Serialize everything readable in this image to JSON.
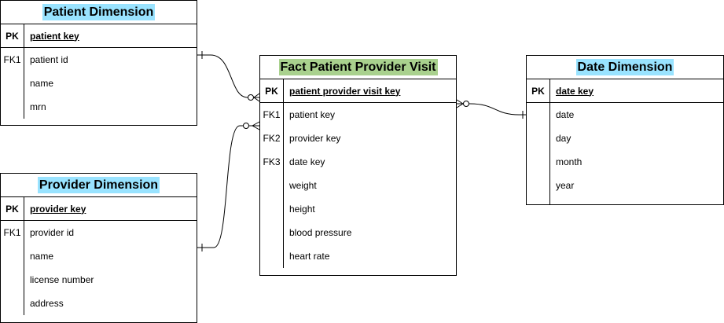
{
  "colors": {
    "dimension_header": "#99E3FF",
    "fact_header": "#A9D18E",
    "border": "#000000"
  },
  "entities": {
    "patient_dimension": {
      "title": "Patient Dimension",
      "pk_label": "PK",
      "pk_attr": "patient key",
      "rows": [
        {
          "key": "FK1",
          "attr": "patient id"
        },
        {
          "key": "",
          "attr": "name"
        },
        {
          "key": "",
          "attr": "mrn"
        }
      ]
    },
    "provider_dimension": {
      "title": "Provider Dimension",
      "pk_label": "PK",
      "pk_attr": "provider key",
      "rows": [
        {
          "key": "FK1",
          "attr": "provider id"
        },
        {
          "key": "",
          "attr": "name"
        },
        {
          "key": "",
          "attr": "license number"
        },
        {
          "key": "",
          "attr": "address"
        }
      ]
    },
    "fact_patient_provider_visit": {
      "title": "Fact Patient Provider Visit",
      "pk_label": "PK",
      "pk_attr": "patient provider visit key",
      "rows": [
        {
          "key": "FK1",
          "attr": "patient key"
        },
        {
          "key": "FK2",
          "attr": "provider key"
        },
        {
          "key": "FK3",
          "attr": "date key"
        },
        {
          "key": "",
          "attr": "weight"
        },
        {
          "key": "",
          "attr": "height"
        },
        {
          "key": "",
          "attr": "blood pressure"
        },
        {
          "key": "",
          "attr": "heart rate"
        }
      ]
    },
    "date_dimension": {
      "title": "Date Dimension",
      "pk_label": "PK",
      "pk_attr": "date key",
      "rows": [
        {
          "key": "",
          "attr": "date"
        },
        {
          "key": "",
          "attr": "day"
        },
        {
          "key": "",
          "attr": "month"
        },
        {
          "key": "",
          "attr": "year"
        }
      ]
    }
  }
}
